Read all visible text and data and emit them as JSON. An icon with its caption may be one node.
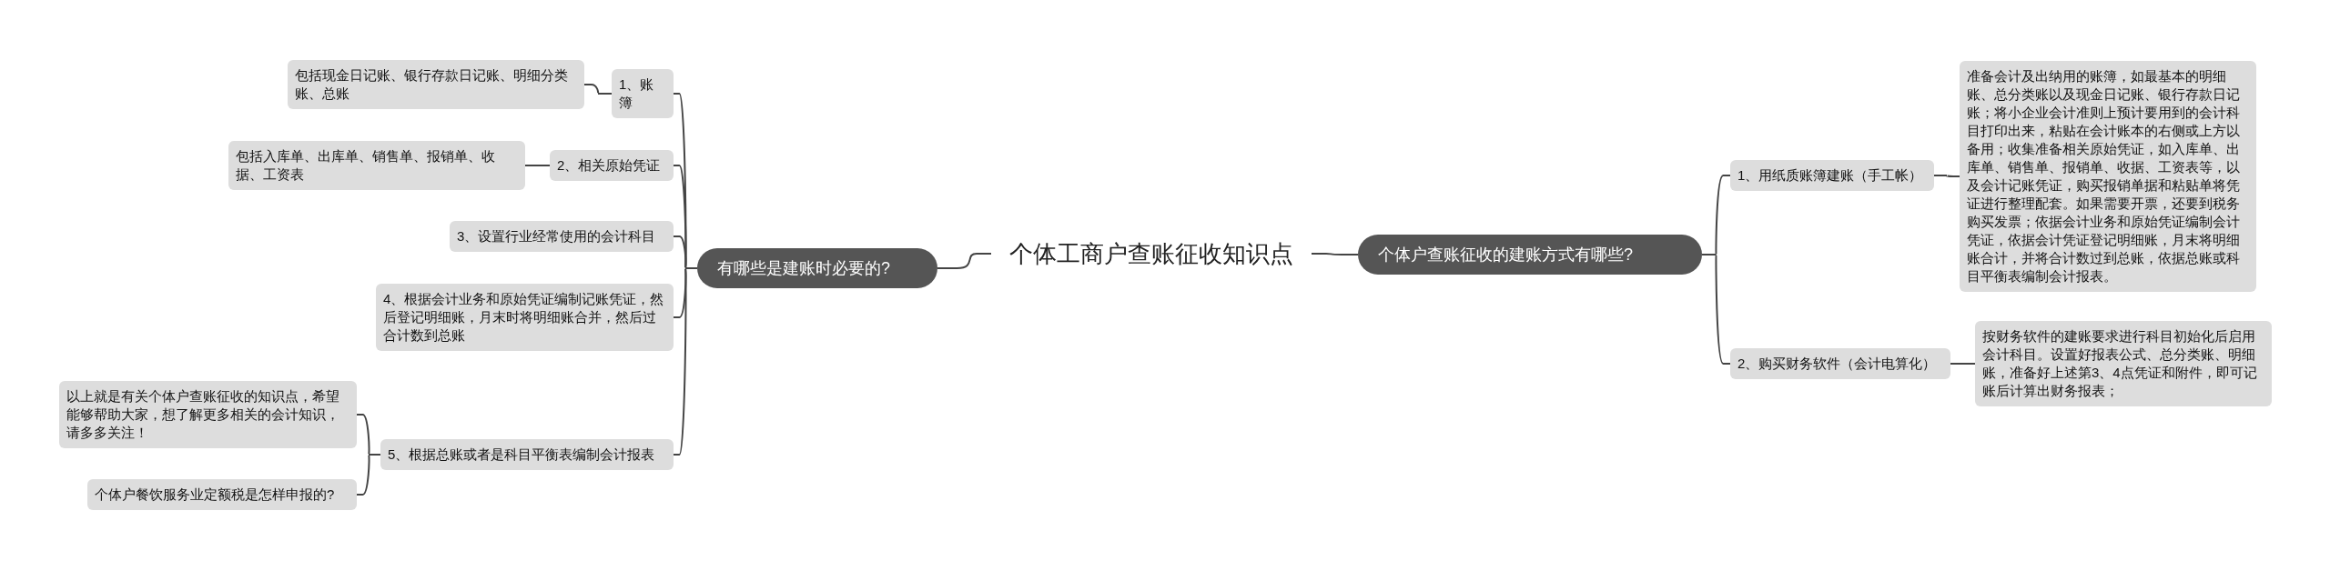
{
  "diagram": {
    "nodes": [
      {
        "text": [
          "个体工商户查账征收知识点"
        ]
      },
      {
        "text": [
          "有哪些是建账时必要的?"
        ]
      },
      {
        "text": [
          "个体户查账征收的建账方式有哪些?"
        ]
      },
      {
        "text": [
          "1、账簿"
        ]
      },
      {
        "text": [
          "包括现金日记账、银行存款日记账、明细分类账、总账"
        ]
      },
      {
        "text": [
          "2、相关原始凭证"
        ]
      },
      {
        "text": [
          "包括入库单、出库单、销售单、报销单、收据、工资表"
        ]
      },
      {
        "text": [
          "3、设置行业经常使用的会计科目"
        ]
      },
      {
        "text": [
          "4、根据会计业务和原始凭证编制记账凭证，然后登记明细账，月末时将明细账合并，然后过合计数到总账"
        ]
      },
      {
        "text": [
          "5、根据总账或者是科目平衡表编制会计报表"
        ]
      },
      {
        "text": [
          "以上就是有关个体户查账征收的知识点，希望能够帮助大家，想了解更多相关的会计知识，请多多关注！"
        ]
      },
      {
        "text": [
          "个体户餐饮服务业定额税是怎样申报的?"
        ]
      },
      {
        "text": [
          "1、用纸质账簿建账（手工帐）"
        ]
      },
      {
        "text": [
          "准备会计及出纳用的账簿，如最基本的明细账、总分类账以及现金日记账、银行存款日记账；将小企业会计准则上预计要用到的会计科目打印出来，粘贴在会计账本的右侧或上方以备用；收集准备相关原始凭证，如入库单、出库单、销售单、报销单、收据、工资表等，以及会计记账凭证，购买报销单据和粘贴单将凭证进行整理配套。如果需要开票，还要到税务购买发票；依据会计业务和原始凭证编制会计凭证，依据会计凭证登记明细账，月末将明细账合计，并将合计数过到总账，依据总账或科目平衡表编制会计报表。"
        ]
      },
      {
        "text": [
          "2、购买财务软件（会计电算化）"
        ]
      },
      {
        "text": [
          "按财务软件的建账要求进行科目初始化后启用会计科目。设置好报表公式、总分类账、明细账，准备好上述第3、4点凭证和附件，即可记账后计算出财务报表；"
        ]
      }
    ],
    "edges": [
      {
        "from": 0,
        "to": 1,
        "arrow": "none"
      },
      {
        "from": 0,
        "to": 2,
        "arrow": "none"
      },
      {
        "from": 1,
        "to": 3,
        "arrow": "none"
      },
      {
        "from": 3,
        "to": 4,
        "arrow": "none"
      },
      {
        "from": 1,
        "to": 5,
        "arrow": "none"
      },
      {
        "from": 5,
        "to": 6,
        "arrow": "none"
      },
      {
        "from": 1,
        "to": 7,
        "arrow": "none"
      },
      {
        "from": 1,
        "to": 8,
        "arrow": "none"
      },
      {
        "from": 1,
        "to": 9,
        "arrow": "none"
      },
      {
        "from": 9,
        "to": 10,
        "arrow": "none"
      },
      {
        "from": 9,
        "to": 11,
        "arrow": "none"
      },
      {
        "from": 2,
        "to": 12,
        "arrow": "none"
      },
      {
        "from": 12,
        "to": 13,
        "arrow": "none"
      },
      {
        "from": 2,
        "to": 14,
        "arrow": "none"
      },
      {
        "from": 14,
        "to": 15,
        "arrow": "none"
      }
    ]
  }
}
